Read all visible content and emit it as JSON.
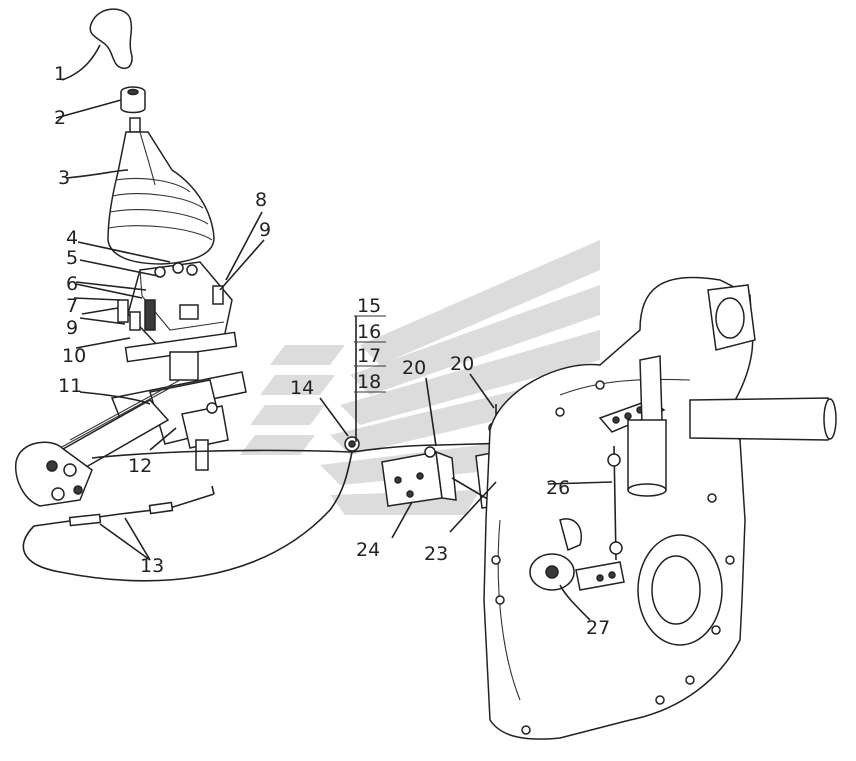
{
  "callouts": [
    {
      "id": "c1",
      "text": "1"
    },
    {
      "id": "c2",
      "text": "2"
    },
    {
      "id": "c3",
      "text": "3"
    },
    {
      "id": "c4",
      "text": "4"
    },
    {
      "id": "c5",
      "text": "5"
    },
    {
      "id": "c6",
      "text": "6"
    },
    {
      "id": "c7",
      "text": "7"
    },
    {
      "id": "c8",
      "text": "8"
    },
    {
      "id": "c9a",
      "text": "9"
    },
    {
      "id": "c9b",
      "text": "9"
    },
    {
      "id": "c10",
      "text": "10"
    },
    {
      "id": "c11",
      "text": "11"
    },
    {
      "id": "c12",
      "text": "12"
    },
    {
      "id": "c13",
      "text": "13"
    },
    {
      "id": "c14",
      "text": "14"
    },
    {
      "id": "c15",
      "text": "15"
    },
    {
      "id": "c16",
      "text": "16"
    },
    {
      "id": "c17",
      "text": "17"
    },
    {
      "id": "c18",
      "text": "18"
    },
    {
      "id": "c20a",
      "text": "20"
    },
    {
      "id": "c20b",
      "text": "20"
    },
    {
      "id": "c23",
      "text": "23"
    },
    {
      "id": "c24",
      "text": "24"
    },
    {
      "id": "c26",
      "text": "26"
    },
    {
      "id": "c27",
      "text": "27"
    }
  ],
  "colors": {
    "ink": "#222222",
    "watermark": "#d4d4d4",
    "background": "#ffffff"
  }
}
